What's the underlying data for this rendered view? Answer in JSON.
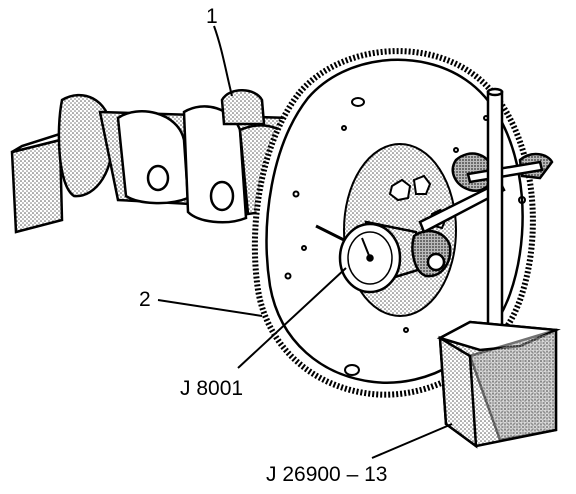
{
  "labels": {
    "callout_1": "1",
    "callout_2": "2",
    "dial_indicator": "J 8001",
    "magnetic_base": "J 26900 – 13"
  },
  "colors": {
    "ink": "#000000",
    "paper": "#ffffff",
    "shade": "#8a8a8a"
  }
}
